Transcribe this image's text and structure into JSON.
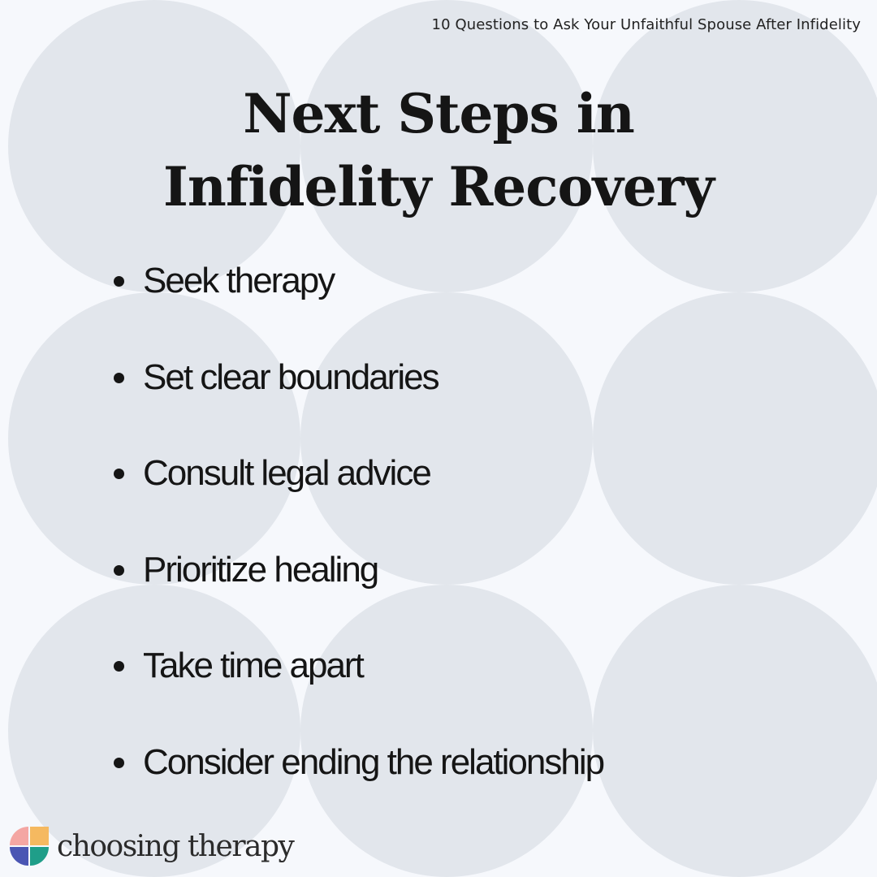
{
  "header": {
    "caption": "10 Questions to Ask Your Unfaithful Spouse After Infidelity"
  },
  "title": {
    "line1": "Next Steps in",
    "line2": "Infidelity Recovery"
  },
  "steps": [
    "Seek therapy",
    "Set clear boundaries",
    "Consult legal advice",
    "Prioritize healing",
    "Take time apart",
    "Consider ending the relationship"
  ],
  "brand": {
    "name": "choosing therapy",
    "logo_icon": "choosing-therapy-logo-icon",
    "logo_colors": [
      "#f4a6a3",
      "#f5b960",
      "#4a55b3",
      "#1f9e89"
    ]
  },
  "colors": {
    "background": "#f6f8fc",
    "circles": "#e2e6ec",
    "text": "#151515"
  }
}
